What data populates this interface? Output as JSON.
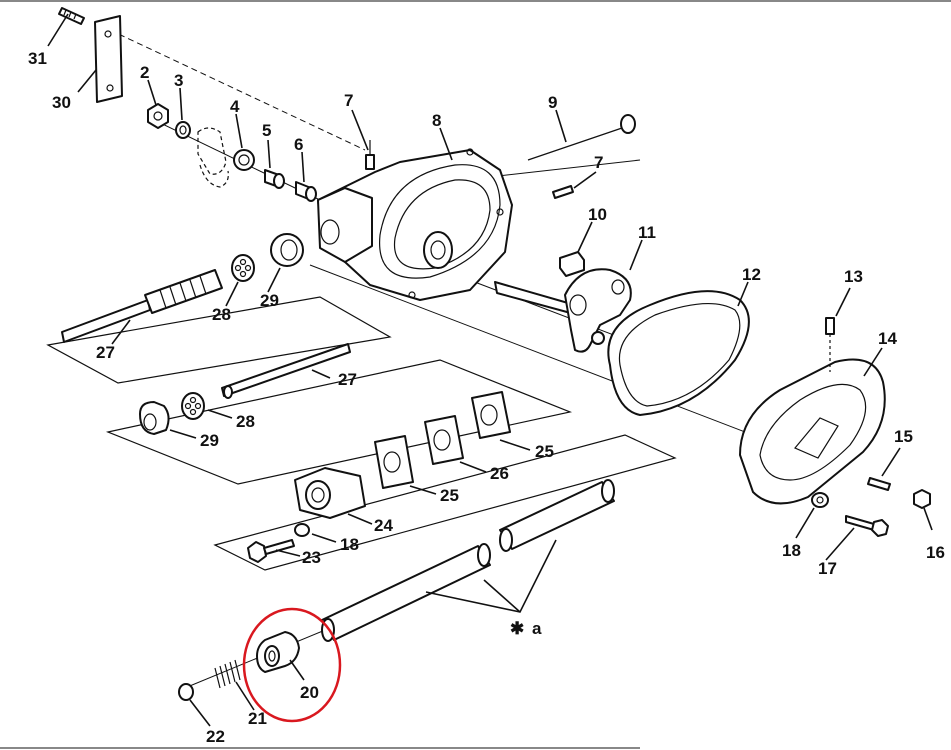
{
  "diagram": {
    "callouts": [
      {
        "id": "c31",
        "label": "31"
      },
      {
        "id": "c30",
        "label": "30"
      },
      {
        "id": "c2",
        "label": "2"
      },
      {
        "id": "c3",
        "label": "3"
      },
      {
        "id": "c4",
        "label": "4"
      },
      {
        "id": "c5",
        "label": "5"
      },
      {
        "id": "c6",
        "label": "6"
      },
      {
        "id": "c7a",
        "label": "7"
      },
      {
        "id": "c8",
        "label": "8"
      },
      {
        "id": "c9",
        "label": "9"
      },
      {
        "id": "c7b",
        "label": "7"
      },
      {
        "id": "c10",
        "label": "10"
      },
      {
        "id": "c11",
        "label": "11"
      },
      {
        "id": "c12",
        "label": "12"
      },
      {
        "id": "c13",
        "label": "13"
      },
      {
        "id": "c14",
        "label": "14"
      },
      {
        "id": "c15",
        "label": "15"
      },
      {
        "id": "c16",
        "label": "16"
      },
      {
        "id": "c17",
        "label": "17"
      },
      {
        "id": "c18a",
        "label": "18"
      },
      {
        "id": "c27a",
        "label": "27"
      },
      {
        "id": "c28a",
        "label": "28"
      },
      {
        "id": "c29a",
        "label": "29"
      },
      {
        "id": "c27b",
        "label": "27"
      },
      {
        "id": "c28b",
        "label": "28"
      },
      {
        "id": "c29b",
        "label": "29"
      },
      {
        "id": "c25a",
        "label": "25"
      },
      {
        "id": "c26",
        "label": "26"
      },
      {
        "id": "c25b",
        "label": "25"
      },
      {
        "id": "c24",
        "label": "24"
      },
      {
        "id": "c18b",
        "label": "18"
      },
      {
        "id": "c23",
        "label": "23"
      },
      {
        "id": "c20",
        "label": "20"
      },
      {
        "id": "c21",
        "label": "21"
      },
      {
        "id": "c22",
        "label": "22"
      }
    ],
    "note_mark": "✱",
    "note_letter": "a",
    "highlight_color": "#d9181f"
  }
}
